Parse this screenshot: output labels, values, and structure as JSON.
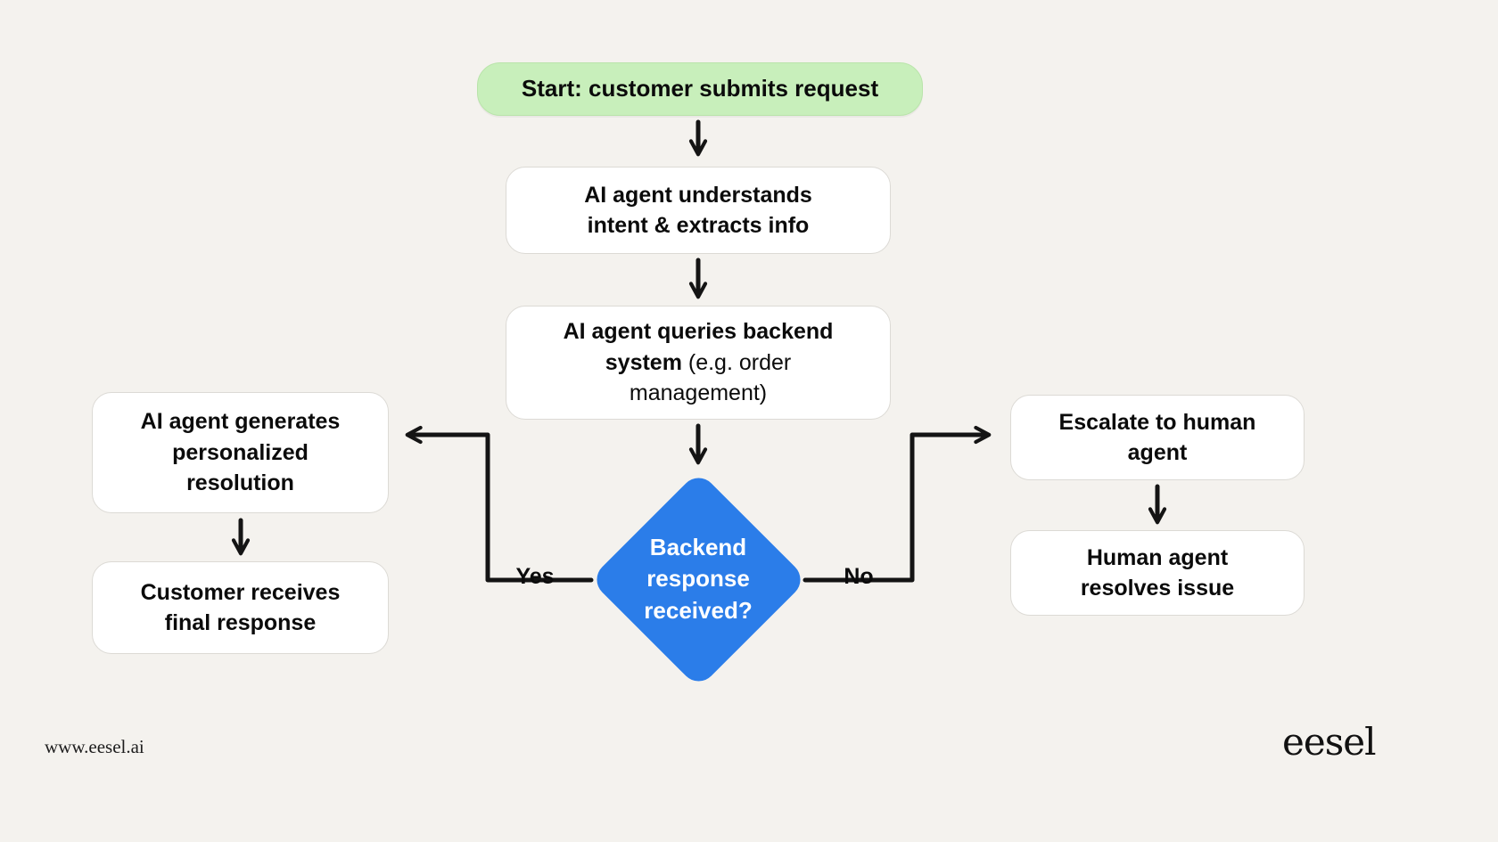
{
  "page": {
    "background": "#f4f2ee"
  },
  "colors": {
    "start_fill": "#c8efbb",
    "decision_fill": "#2b7de9",
    "box_fill": "#ffffff",
    "box_border": "#dcdad5",
    "arrow": "#141414",
    "decision_text": "#ffffff"
  },
  "nodes": {
    "start": {
      "label": "Start: customer submits request"
    },
    "understand": {
      "label": "AI agent understands intent & extracts info"
    },
    "query": {
      "label_bold": "AI agent queries backend system",
      "label_rest": " (e.g. order management)"
    },
    "decision": {
      "label": "Backend response received?"
    },
    "generate": {
      "label": "AI agent generates personalized resolution"
    },
    "receive": {
      "label": "Customer receives final response"
    },
    "escalate": {
      "label": "Escalate to human agent"
    },
    "resolve": {
      "label": "Human agent resolves issue"
    }
  },
  "edges": {
    "yes": "Yes",
    "no": "No",
    "connections": [
      "start -> understand",
      "understand -> query",
      "query -> decision",
      "decision -Yes-> generate",
      "generate -> receive",
      "decision -No-> escalate",
      "escalate -> resolve"
    ]
  },
  "footer": {
    "website": "www.eesel.ai",
    "brand": "eesel"
  }
}
